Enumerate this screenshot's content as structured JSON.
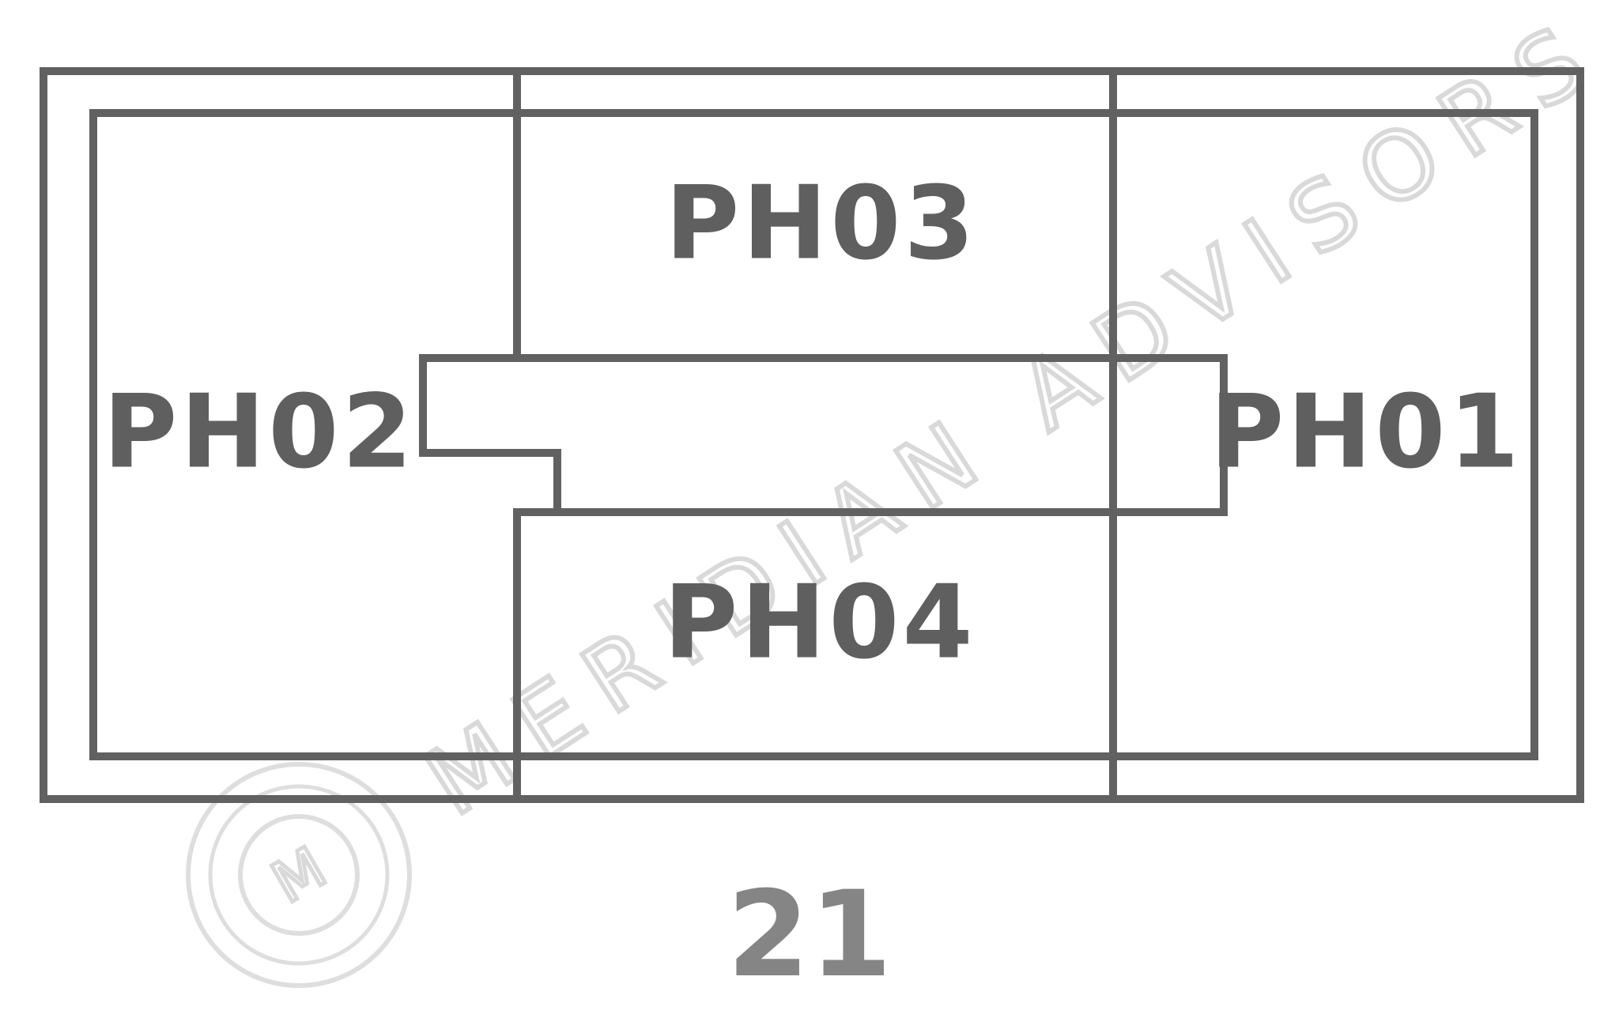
{
  "watermark": {
    "brand_text": "MERIDIAN ADVISORS",
    "monogram": "M",
    "color": "#d9d9d9"
  },
  "plan": {
    "line_color": "#616161",
    "units": [
      {
        "id": "PH01",
        "label": "PH01"
      },
      {
        "id": "PH02",
        "label": "PH02"
      },
      {
        "id": "PH03",
        "label": "PH03"
      },
      {
        "id": "PH04",
        "label": "PH04"
      }
    ],
    "floor_number": "21"
  }
}
